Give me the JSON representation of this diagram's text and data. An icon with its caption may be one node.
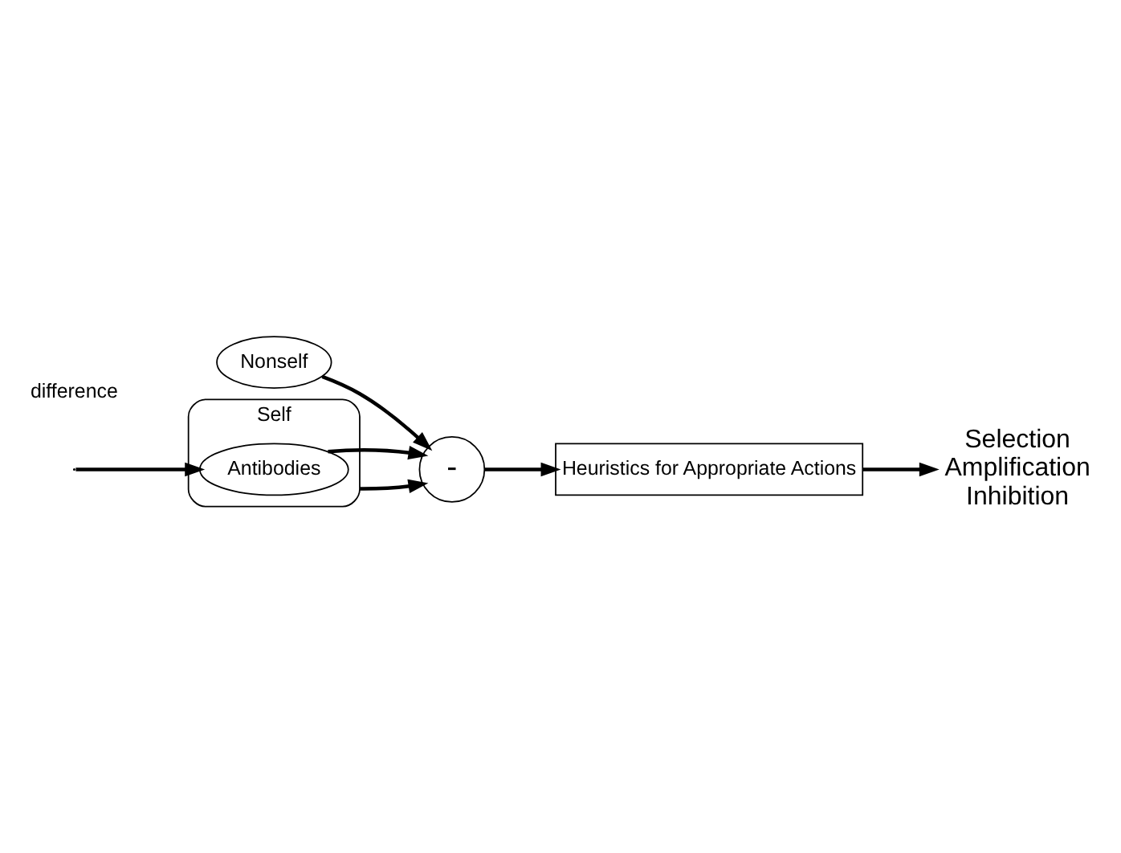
{
  "diagram": {
    "nodes": [
      {
        "text": [
          "Nonself"
        ]
      },
      {
        "text": [
          "Self"
        ]
      },
      {
        "text": [
          "Antibodies"
        ],
        "in": 1
      },
      {
        "text": [
          "-"
        ]
      },
      {
        "text": [
          "Heuristics for Appropriate Actions"
        ]
      },
      {
        "text": [
          "Selection",
          "Amplification",
          "Inhibition"
        ]
      }
    ],
    "edges": [
      {
        "from": 0,
        "to": 3,
        "arrow": "to"
      },
      {
        "from": 1,
        "to": 3,
        "arrow": "to"
      },
      {
        "from": 2,
        "to": 3,
        "arrow": "to"
      },
      {
        "from": 3,
        "to": 4,
        "arrow": "to"
      },
      {
        "from": 4,
        "to": 5,
        "arrow": "to"
      },
      {
        "from": null,
        "to": 2,
        "arrow": "to"
      }
    ],
    "labels": [
      "difference"
    ]
  }
}
